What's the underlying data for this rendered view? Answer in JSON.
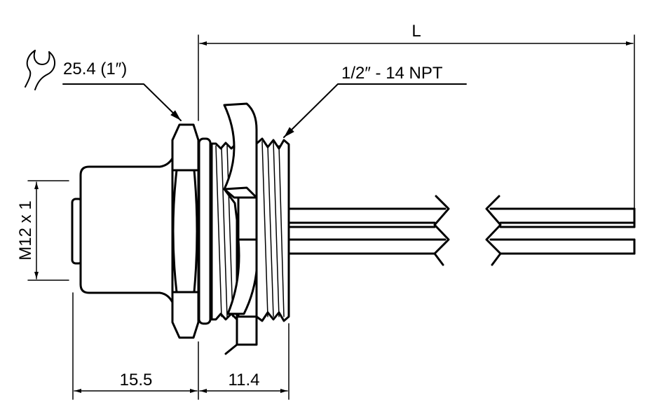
{
  "dimensions": {
    "length": "L",
    "wrench_size": "25.4 (1″)",
    "thread_npt": "1/2″ - 14 NPT",
    "thread_metric": "M12 x 1",
    "connector_length": "15.5",
    "thread_length": "11.4"
  },
  "icons": {
    "wrench": "wrench-icon"
  }
}
